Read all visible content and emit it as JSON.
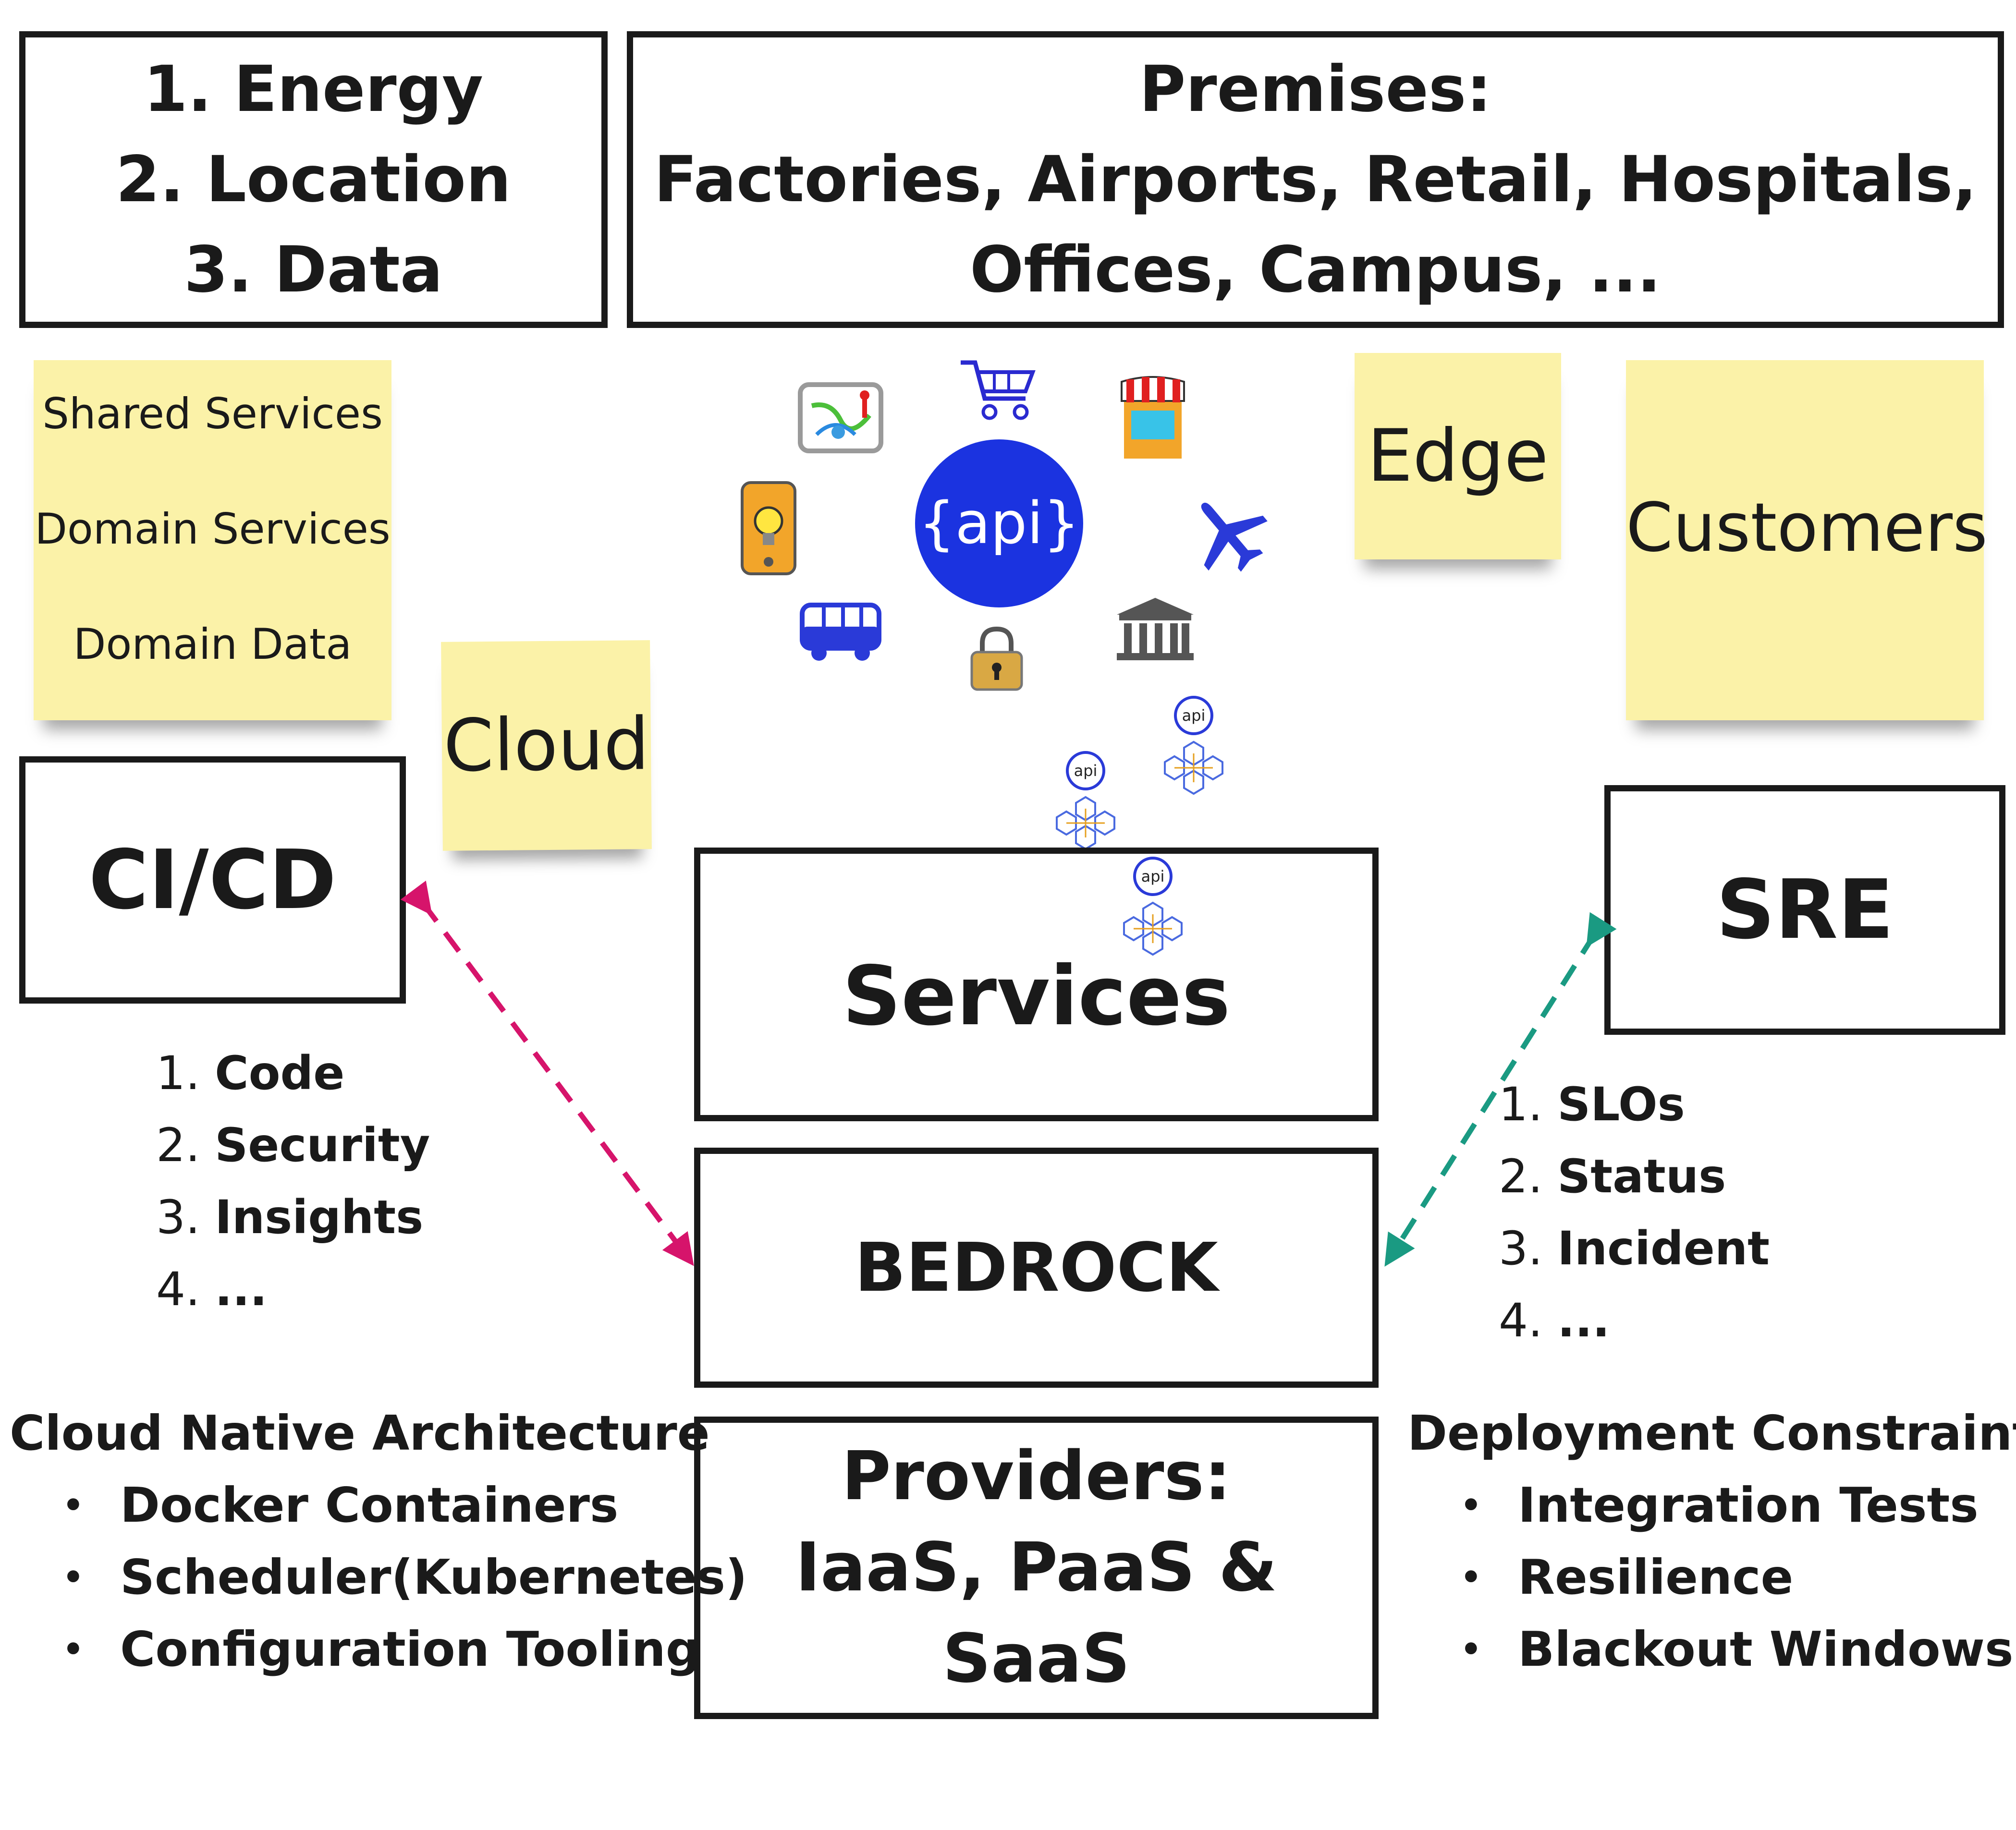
{
  "factors": [
    "1. Energy",
    "2. Location",
    "3. Data"
  ],
  "premises": {
    "heading": "Premises:",
    "line1": "Factories, Airports, Retail, Hospitals,",
    "line2": "Offices, Campus, ..."
  },
  "stickies": {
    "left_items": [
      "Shared Services",
      "Domain Services",
      "Domain Data"
    ],
    "cloud": "Cloud",
    "edge": "Edge",
    "customers": "Customers"
  },
  "hub_label": "{api}",
  "microservice_label": "api",
  "cicd": {
    "title": "CI/CD",
    "items": [
      {
        "num": "1.",
        "text": "Code"
      },
      {
        "num": "2.",
        "text": "Security"
      },
      {
        "num": "3.",
        "text": "Insights"
      },
      {
        "num": "4.",
        "text": "..."
      }
    ]
  },
  "sre": {
    "title": "SRE",
    "items": [
      {
        "num": "1.",
        "text": "SLOs"
      },
      {
        "num": "2.",
        "text": "Status"
      },
      {
        "num": "3.",
        "text": "Incident"
      },
      {
        "num": "4.",
        "text": "..."
      }
    ]
  },
  "services": "Services",
  "bedrock": "BEDROCK",
  "providers": {
    "line1": "Providers:",
    "line2": "IaaS, PaaS & SaaS"
  },
  "cloud_native": {
    "title": "Cloud Native Architecture",
    "items": [
      "Docker Containers",
      "Scheduler(Kubernetes)",
      "Configuration Tooling"
    ]
  },
  "deployment": {
    "title": "Deployment Constraints",
    "items": [
      "Integration Tests",
      "Resilience",
      "Blackout Windows"
    ]
  },
  "icons": [
    "map-icon",
    "shopping-cart-icon",
    "storefront-icon",
    "lightbulb-phone-icon",
    "airplane-icon",
    "bus-icon",
    "padlock-icon",
    "bank-icon"
  ],
  "colors": {
    "sticky": "#fbf2a8",
    "hub": "#1b33e0",
    "cicd_arrow": "#d6146b",
    "sre_arrow": "#1a9a82",
    "border": "#1a1a1a"
  }
}
